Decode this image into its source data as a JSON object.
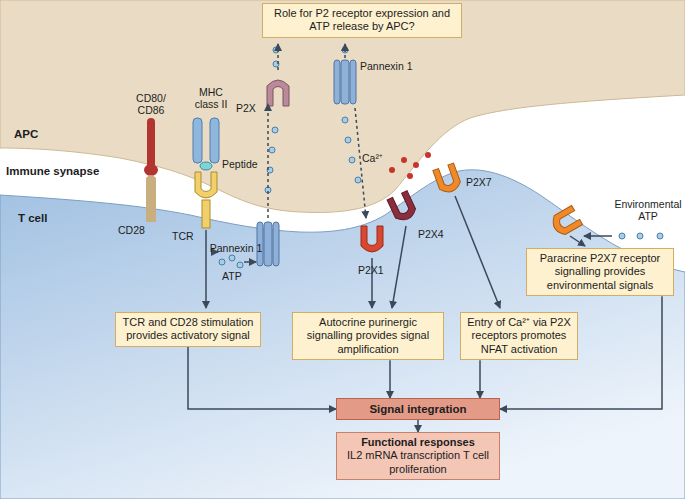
{
  "diagram": {
    "nodes": [
      {
        "text": [
          "Role for P2 receptor expression and ATP release by APC?"
        ]
      },
      {
        "text": [
          "TCR and CD28 stimulation provides activatory signal"
        ]
      },
      {
        "text": [
          "Autocrine purinergic signalling provides signal amplification"
        ]
      },
      {
        "text": [
          "Entry of Ca²⁺ via P2X receptors promotes NFAT activation"
        ]
      },
      {
        "text": [
          "Paracrine P2X7 receptor signalling provides environmental signals"
        ]
      },
      {
        "text": [
          "Signal integration"
        ]
      },
      {
        "text": [
          "Functional responses",
          "IL2 mRNA transcription T cell proliferation"
        ]
      }
    ],
    "edges": [
      {
        "from": 1,
        "to": 5,
        "arrow": "to"
      },
      {
        "from": 2,
        "to": 5,
        "arrow": "to"
      },
      {
        "from": 3,
        "to": 5,
        "arrow": "to"
      },
      {
        "from": 4,
        "to": 5,
        "arrow": "to"
      },
      {
        "from": 5,
        "to": 6,
        "arrow": "to"
      }
    ],
    "labels": [
      "APC",
      "Immune synapse",
      "T cell",
      "CD80/ CD86",
      "MHC class II",
      "Peptide",
      "CD28",
      "TCR",
      "ATP",
      "P2X",
      "Pannexin 1",
      "Pannexin 1",
      "Ca²⁺",
      "P2X1",
      "P2X4",
      "P2X7",
      "Environmental ATP"
    ]
  }
}
